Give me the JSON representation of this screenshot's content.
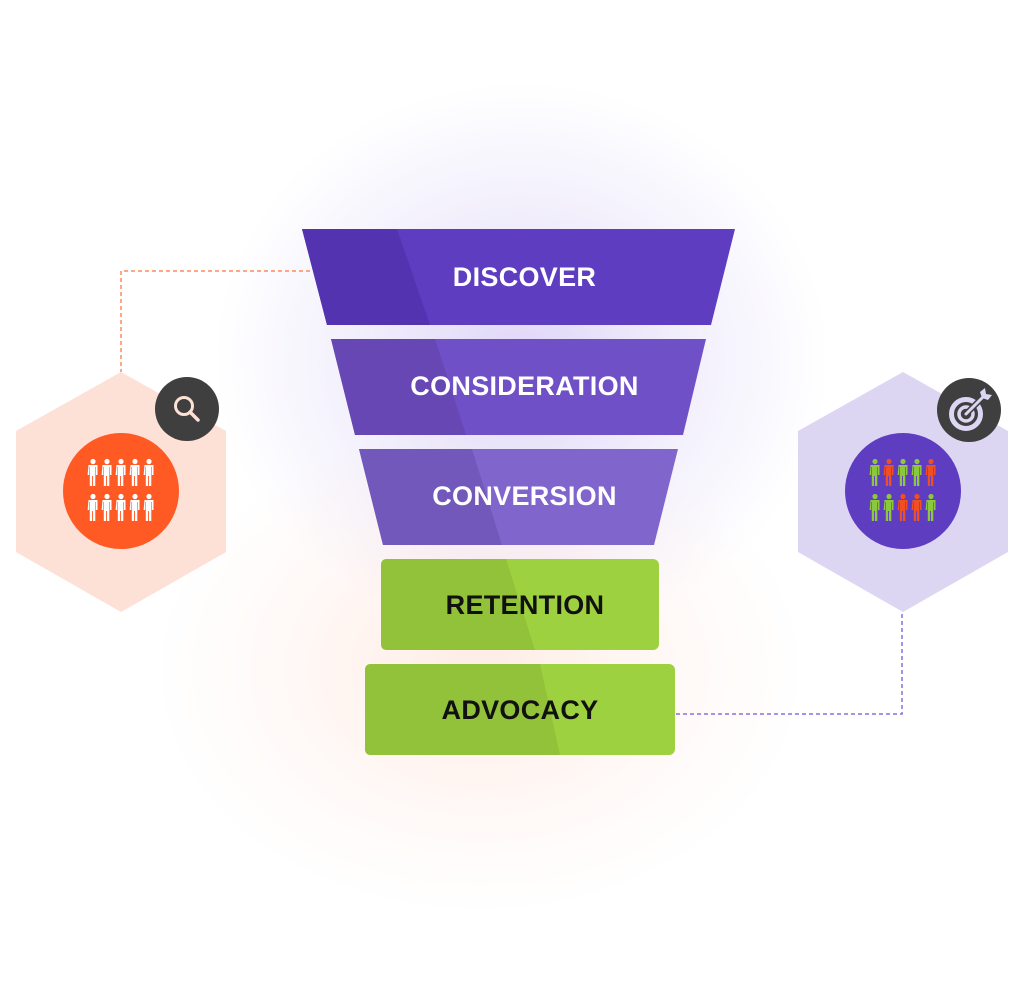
{
  "funnel": {
    "stages": [
      {
        "label": "DISCOVER",
        "color": "#5e3dc0",
        "shade": "#5433b0",
        "text_color": "#ffffff"
      },
      {
        "label": "CONSIDERATION",
        "color": "#7050c6",
        "shade": "#6647b4",
        "text_color": "#ffffff"
      },
      {
        "label": "CONVERSION",
        "color": "#8065cc",
        "shade": "#7358bb",
        "text_color": "#ffffff"
      },
      {
        "label": "RETENTION",
        "color": "#9ed13f",
        "shade": "#92c13a",
        "text_color": "#111111"
      },
      {
        "label": "ADVOCACY",
        "color": "#9ed13f",
        "shade": "#92c13a",
        "text_color": "#111111"
      }
    ]
  },
  "left_node": {
    "icon": "search-icon",
    "hex_color": "#fde0d6",
    "circle_color": "#ff5a24",
    "badge_color": "#3f3f3f",
    "connector_color": "#ff8a5c",
    "people_colors": [
      "#ffffff",
      "#ffffff",
      "#ffffff",
      "#ffffff",
      "#ffffff",
      "#ffffff",
      "#ffffff",
      "#ffffff",
      "#ffffff",
      "#ffffff"
    ]
  },
  "right_node": {
    "icon": "target-icon",
    "hex_color": "#ddd6f3",
    "circle_color": "#5e3dc0",
    "badge_color": "#3f3f3f",
    "connector_color": "#8a6fe0",
    "people_colors": [
      "#8dc63f",
      "#f04e23",
      "#8dc63f",
      "#8dc63f",
      "#f04e23",
      "#8dc63f",
      "#8dc63f",
      "#f04e23",
      "#f04e23",
      "#8dc63f"
    ]
  }
}
